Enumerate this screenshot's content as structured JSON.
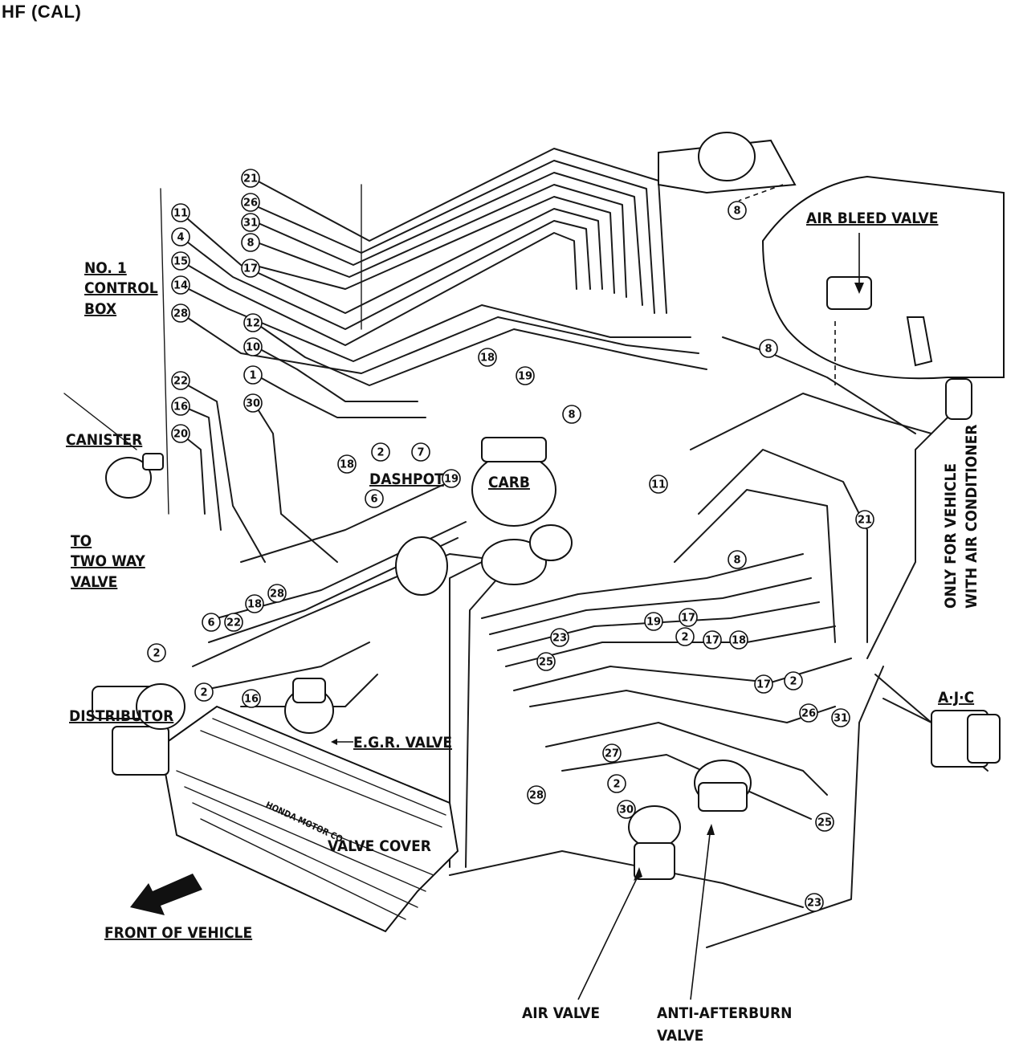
{
  "heading": "HF (CAL)",
  "labels": {
    "no1_control_box": [
      "NO. 1",
      "CONTROL",
      "BOX"
    ],
    "canister": "CANISTER",
    "to_two_way_valve": [
      "TO",
      "TWO WAY",
      "VALVE"
    ],
    "distributor": "DISTRIBUTOR",
    "dashpot": "DASHPOT",
    "carb": "CARB",
    "egr_valve": "E.G.R. VALVE",
    "valve_cover": "VALVE COVER",
    "valve_cover_brand": "HONDA MOTOR CO.",
    "front_of_vehicle": "FRONT OF VEHICLE",
    "air_bleed_valve": "AIR BLEED VALVE",
    "only_for_vehicle": [
      "ONLY FOR VEHICLE",
      "WITH AIR CONDITIONER"
    ],
    "ajc": "A·J·C",
    "air_valve": "AIR VALVE",
    "anti_afterburn_valve": [
      "ANTI-AFTERBURN",
      "VALVE"
    ]
  },
  "hose_numbers": [
    "21",
    "26",
    "31",
    "8",
    "17",
    "11",
    "4",
    "15",
    "14",
    "28",
    "12",
    "10",
    "1",
    "30",
    "22",
    "16",
    "20",
    "18",
    "19",
    "8",
    "2",
    "7",
    "19",
    "6",
    "18",
    "8",
    "11",
    "21",
    "8",
    "18",
    "28",
    "6",
    "22",
    "2",
    "2",
    "16",
    "23",
    "25",
    "19",
    "17",
    "2",
    "17",
    "18",
    "17",
    "2",
    "26",
    "31",
    "27",
    "2",
    "28",
    "30",
    "25",
    "23",
    "8"
  ]
}
